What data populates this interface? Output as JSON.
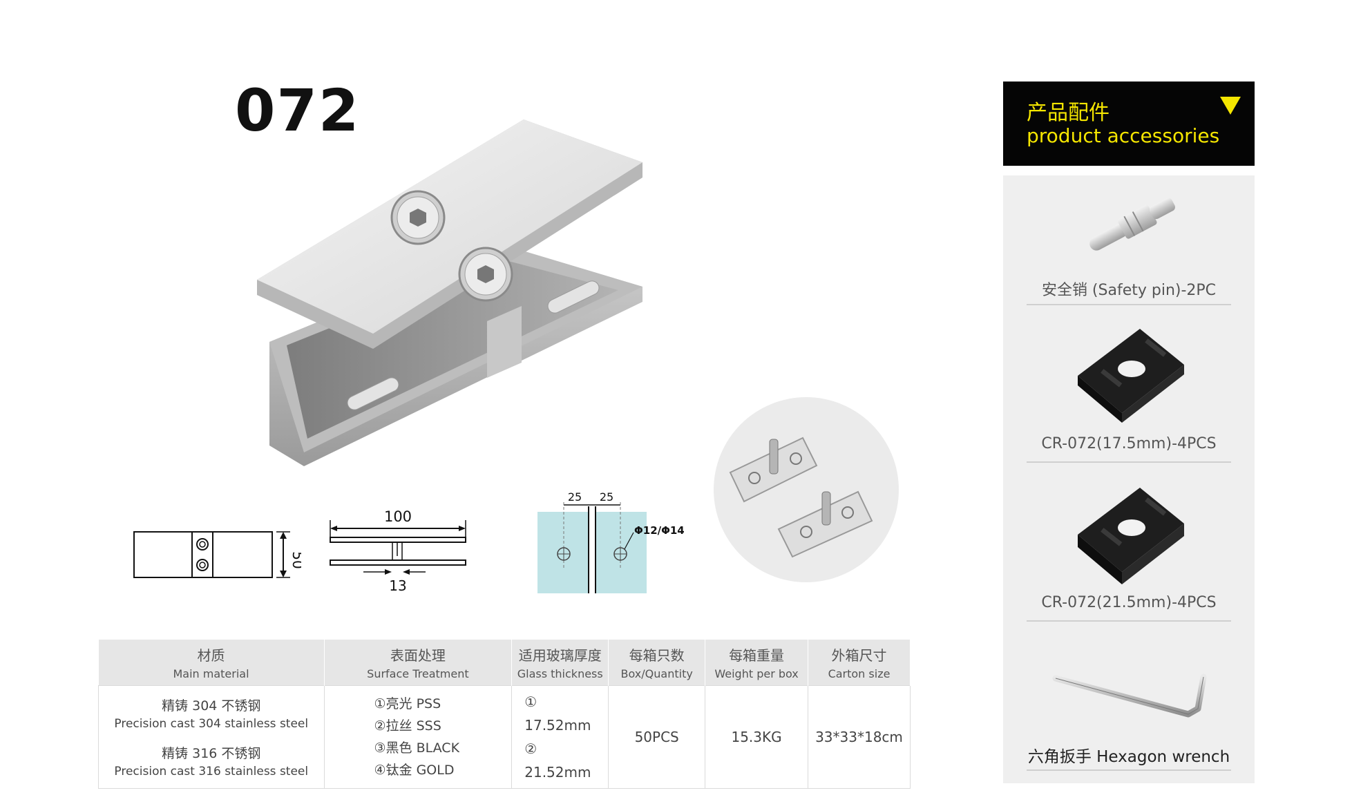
{
  "model_number": "072",
  "drawings": {
    "side_view": {
      "height": "50"
    },
    "top_view": {
      "width": "100",
      "gap": "13"
    },
    "glass_view": {
      "left_offset": "25",
      "right_offset": "25",
      "hole_diameter": "Φ12/Φ14"
    }
  },
  "spec_table": {
    "headers": [
      {
        "cn": "材质",
        "en": "Main material"
      },
      {
        "cn": "表面处理",
        "en": "Surface Treatment"
      },
      {
        "cn": "适用玻璃厚度",
        "en": "Glass thickness"
      },
      {
        "cn": "每箱只数",
        "en": "Box/Quantity"
      },
      {
        "cn": "每箱重量",
        "en": "Weight per box"
      },
      {
        "cn": "外箱尺寸",
        "en": "Carton size"
      }
    ],
    "materials": [
      {
        "cn": "精铸 304 不锈钢",
        "en": "Precision cast 304 stainless steel"
      },
      {
        "cn": "精铸 316 不锈钢",
        "en": "Precision cast 316 stainless steel"
      }
    ],
    "finishes": [
      "①亮光 PSS",
      "②拉丝 SSS",
      "③黑色 BLACK",
      "④钛金 GOLD"
    ],
    "glass_thickness": [
      "① 17.52mm",
      "② 21.52mm"
    ],
    "box_quantity": "50PCS",
    "weight_per_box": "15.3KG",
    "carton_size": "33*33*18cm"
  },
  "accessories": {
    "title_cn": "产品配件",
    "title_en": "product accessories",
    "items": [
      {
        "label": "安全销 (Safety pin)-2PC",
        "icon": "safety-pin-icon"
      },
      {
        "label": "CR-072(17.5mm)-4PCS",
        "icon": "rubber-pad-icon"
      },
      {
        "label": "CR-072(21.5mm)-4PCS",
        "icon": "rubber-pad-icon"
      },
      {
        "label": "六角扳手  Hexagon wrench",
        "icon": "hex-wrench-icon"
      }
    ]
  },
  "colors": {
    "accent_yellow": "#f5e600",
    "header_black": "#050505",
    "panel_gray": "#efefef",
    "glass_blue": "#bfe3e6"
  }
}
